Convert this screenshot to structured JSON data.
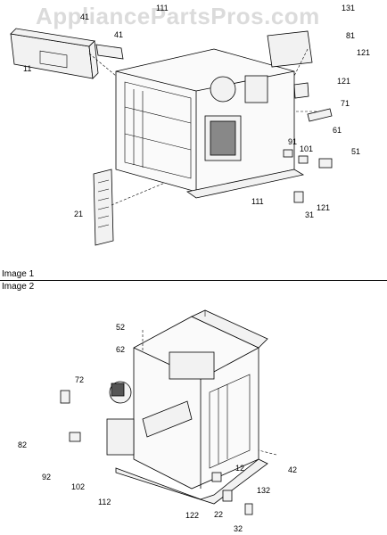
{
  "watermark": "AppliancePartsPros.com",
  "sections": [
    {
      "label": "Image 1"
    },
    {
      "label": "Image 2"
    }
  ],
  "image1_callouts": [
    "41",
    "41",
    "111",
    "131",
    "81",
    "121",
    "11",
    "121",
    "71",
    "61",
    "91",
    "101",
    "51",
    "21",
    "111",
    "31",
    "121"
  ],
  "image2_callouts": [
    "52",
    "62",
    "72",
    "82",
    "92",
    "102",
    "112",
    "12",
    "42",
    "122",
    "22",
    "132",
    "32"
  ]
}
